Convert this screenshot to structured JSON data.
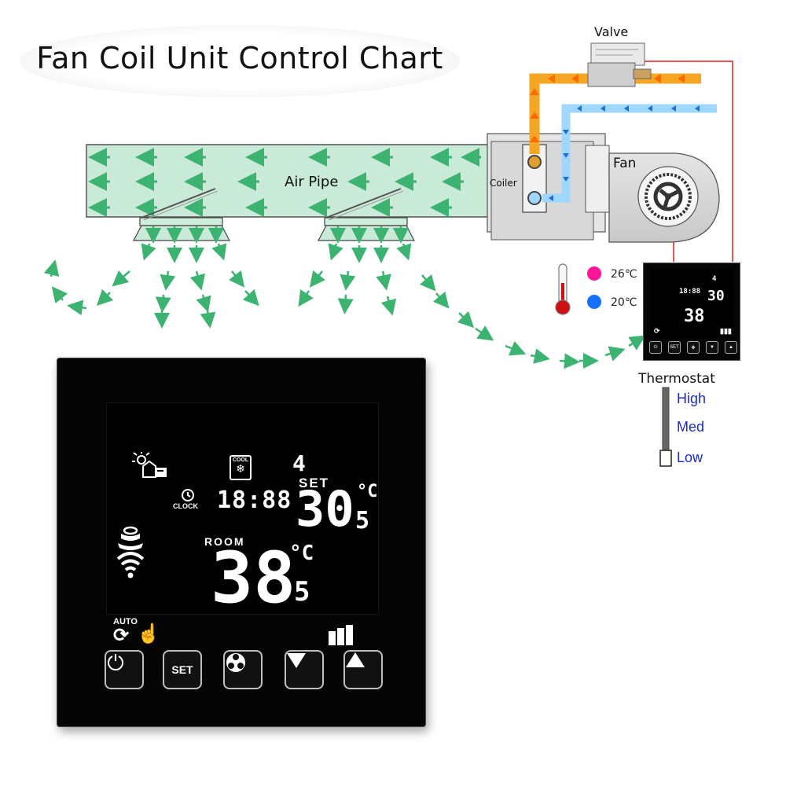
{
  "title": "Fan Coil Unit Control Chart",
  "labels": {
    "valve": "Valve",
    "fan": "Fan",
    "coiler": "Coiler",
    "air_pipe": "Air Pipe",
    "thermostat": "Thermostat"
  },
  "temperatures": {
    "hot": "26℃",
    "cold": "20℃"
  },
  "fan_speeds": [
    "High",
    "Med",
    "Low"
  ],
  "display": {
    "step": "4",
    "cool_badge": "COOL",
    "clock_label": "CLOCK",
    "clock_value": "18:88",
    "set_label": "SET",
    "set_temp_main": "30",
    "set_temp_decimal": "5",
    "set_unit": "°C",
    "room_label": "ROOM",
    "room_temp_main": "38",
    "room_temp_decimal": "5",
    "room_unit": "°C",
    "auto_label": "AUTO",
    "fan_bars": 3
  },
  "buttons": {
    "set_label": "SET"
  },
  "colors": {
    "hot_pipe": "#f5a623",
    "cold_pipe": "#7ecbff",
    "air_flow": "#3cb371",
    "duct": "#c9ead7",
    "hot_dot": "#ff1493",
    "cold_dot": "#1570ff",
    "wire": "#e02020",
    "speed_text": "#1a2bd6"
  }
}
